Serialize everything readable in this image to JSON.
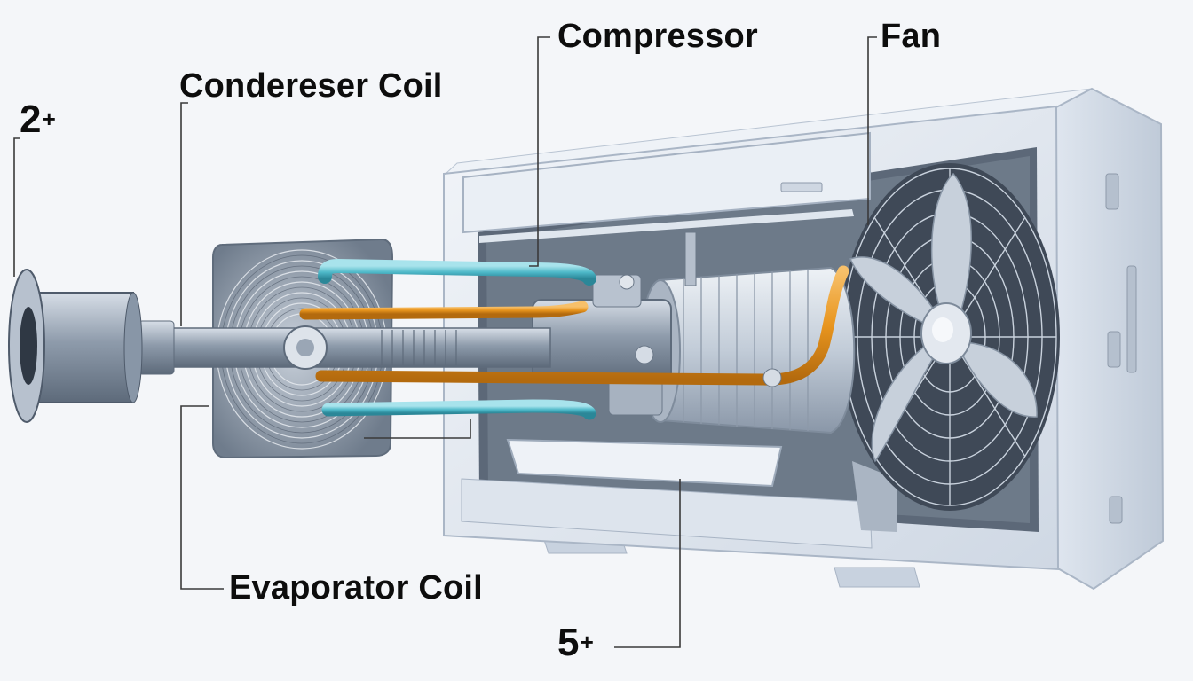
{
  "labels": {
    "compressor": "Compressor",
    "fan": "Fan",
    "condenser_coil": "Condereser Coil",
    "evaporator_coil": "Evaporator Coil",
    "callout_2": "2",
    "callout_5": "5",
    "plus": "+"
  },
  "colors": {
    "background": "#f4f6f9",
    "cabinet": "#e4eaf2",
    "cabinet_edge": "#b9c4d2",
    "steel": "#9aa7b6",
    "copper_pipe": "#e8951e",
    "coolant_pipe": "#4fb9c9",
    "leader_line": "#3a3a3a",
    "label_text": "#0d0d0d"
  },
  "icons": {
    "fan": "fan-icon",
    "compressor": "compressor-icon",
    "coil": "coil-icon"
  }
}
